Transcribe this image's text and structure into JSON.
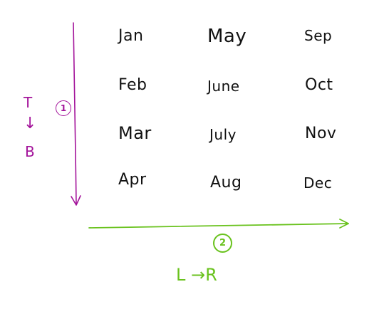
{
  "months": [
    [
      "Jan",
      "May",
      "Sep"
    ],
    [
      "Feb",
      "June",
      "Oct"
    ],
    [
      "Mar",
      "July",
      "Nov"
    ],
    [
      "Apr",
      "Aug",
      "Dec"
    ]
  ],
  "vertical_guide": {
    "step_label": "1",
    "top_label": "T",
    "arrow_glyph": "↓",
    "bottom_label": "B",
    "color": "#a3139a"
  },
  "horizontal_guide": {
    "step_label": "2",
    "direction_text": "L →R",
    "color": "#69c21d"
  },
  "text_color": "#111111"
}
